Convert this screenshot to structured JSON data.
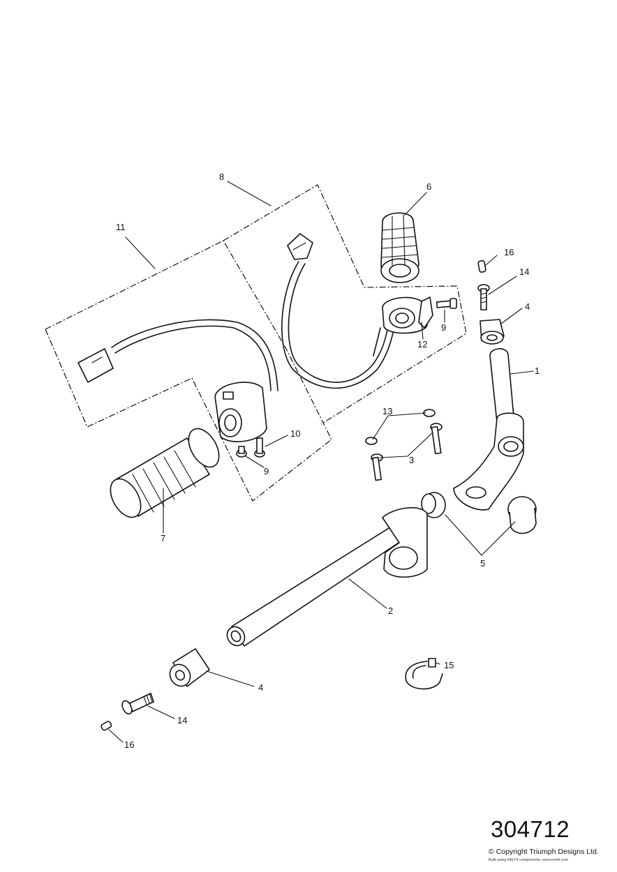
{
  "diagram": {
    "reference_number": "304712",
    "copyright": "© Copyright Triumph Designs Ltd.",
    "built_note": "Built using INET4 components. www.inet4.com",
    "callouts": [
      {
        "id": "c8",
        "label": "8"
      },
      {
        "id": "c6",
        "label": "6"
      },
      {
        "id": "c11",
        "label": "11"
      },
      {
        "id": "c16a",
        "label": "16"
      },
      {
        "id": "c14a",
        "label": "14"
      },
      {
        "id": "c4a",
        "label": "4"
      },
      {
        "id": "c9a",
        "label": "9"
      },
      {
        "id": "c12",
        "label": "12"
      },
      {
        "id": "c1",
        "label": "1"
      },
      {
        "id": "c13",
        "label": "13"
      },
      {
        "id": "c3",
        "label": "3"
      },
      {
        "id": "c10",
        "label": "10"
      },
      {
        "id": "c9b",
        "label": "9"
      },
      {
        "id": "c7",
        "label": "7"
      },
      {
        "id": "c5",
        "label": "5"
      },
      {
        "id": "c2",
        "label": "2"
      },
      {
        "id": "c15",
        "label": "15"
      },
      {
        "id": "c4b",
        "label": "4"
      },
      {
        "id": "c14b",
        "label": "14"
      },
      {
        "id": "c16b",
        "label": "16"
      }
    ]
  }
}
